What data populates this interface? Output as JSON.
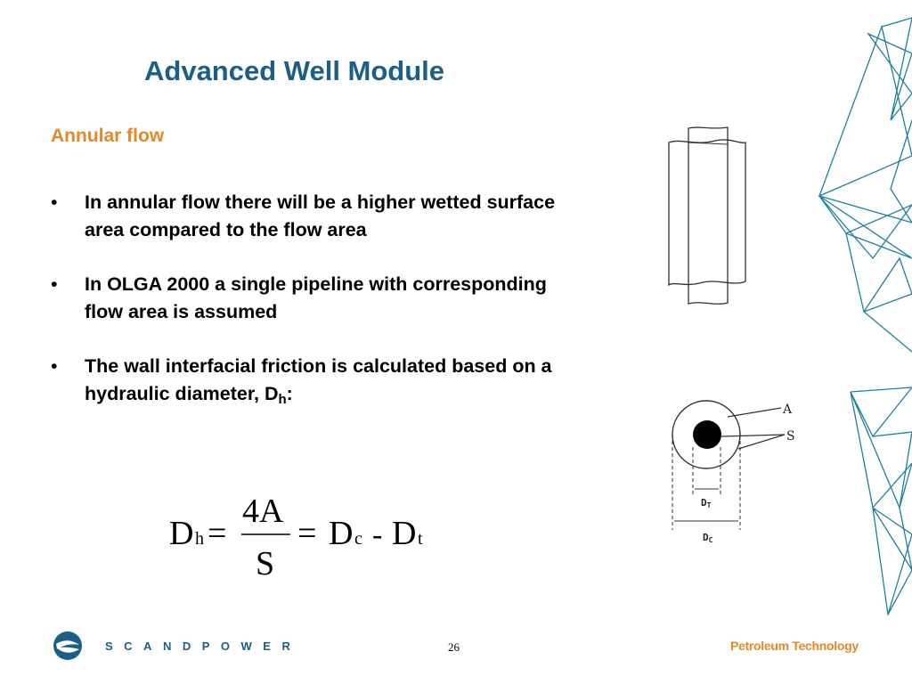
{
  "slide": {
    "title": "Advanced Well Module",
    "subtitle": "Annular flow",
    "bullet_marker": "•",
    "bullets": [
      {
        "text": "In annular flow there will be a higher wetted surface area compared to the flow area"
      },
      {
        "text": "In OLGA 2000 a single pipeline with corresponding flow area is assumed"
      },
      {
        "text": "The wall interfacial friction is calculated based on a hydraulic diameter, D",
        "sub": "h",
        "suffix": ":"
      }
    ]
  },
  "formula": {
    "lhs": "D",
    "lhs_sub": "h",
    "eq1": "=",
    "numerator": "4A",
    "denominator": "S",
    "eq2": "=",
    "term1": "D",
    "term1_sub": "c",
    "minus": "-",
    "term2": "D",
    "term2_sub": "t"
  },
  "figure": {
    "label_a": "A",
    "label_s": "S",
    "label_dt": "D",
    "label_dt_sub": "T",
    "label_dc": "D",
    "label_dc_sub": "C"
  },
  "footer": {
    "brand": "SCANDPOWER",
    "page_number": "26",
    "tagline": "Petroleum Technology"
  },
  "colors": {
    "title": "#1b5e86",
    "accent": "#e08a2a",
    "decor": "#1f7f9e"
  }
}
